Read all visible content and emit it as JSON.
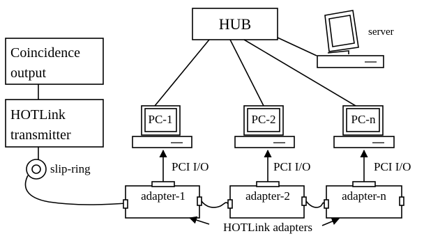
{
  "coincidence": {
    "line1": "Coincidence",
    "line2": "output"
  },
  "transmitter": {
    "line1": "HOTLink",
    "line2": "transmitter"
  },
  "slipring": {
    "label": "slip-ring"
  },
  "hub": {
    "label": "HUB"
  },
  "server": {
    "label": "server"
  },
  "pcs": [
    {
      "label": "PC-1",
      "io_label": "PCI I/O",
      "adapter": "adapter-1"
    },
    {
      "label": "PC-2",
      "io_label": "PCI I/O",
      "adapter": "adapter-2"
    },
    {
      "label": "PC-n",
      "io_label": "PCI I/O",
      "adapter": "adapter-n"
    }
  ],
  "adapters_caption": "HOTLink adapters"
}
